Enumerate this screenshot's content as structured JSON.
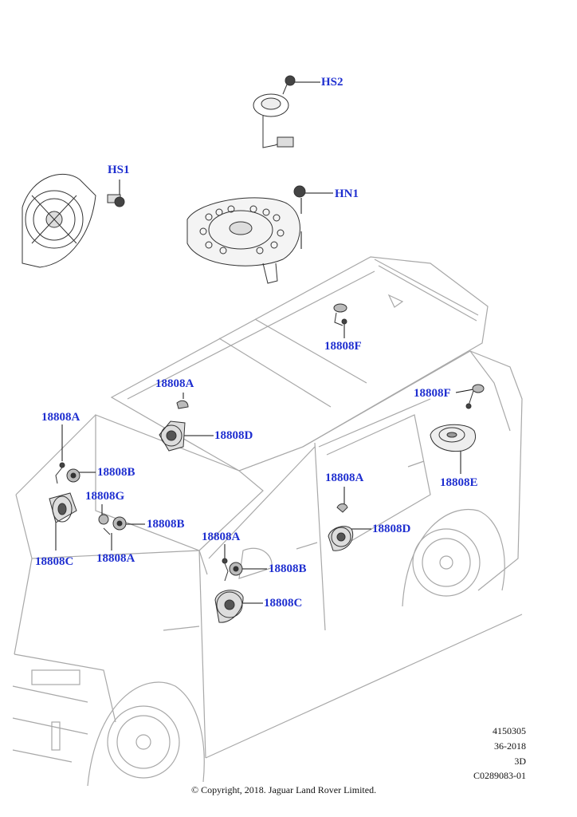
{
  "callouts": {
    "hs2": "HS2",
    "hs1": "HS1",
    "hn1": "HN1",
    "f_roof": "18808F",
    "f_rear": "18808F",
    "e_rear": "18808E",
    "a_dash_center": "18808A",
    "d_dash_center": "18808D",
    "a_left": "18808A",
    "b_left": "18808B",
    "c_left": "18808C",
    "g_left": "18808G",
    "b_left_lower": "18808B",
    "a_left_lower": "18808A",
    "a_front_door": "18808A",
    "b_front_door": "18808B",
    "c_front_door": "18808C",
    "a_rear_door": "18808A",
    "d_rear_door": "18808D"
  },
  "meta": {
    "line1": "4150305",
    "line2": "36-2018",
    "line3": "3D",
    "line4": "C0289083-01"
  },
  "copyright": "© Copyright, 2018. Jaguar Land Rover Limited.",
  "colors": {
    "callout": "#1f2fd0",
    "line": "#9a9a9a",
    "part": "#333333"
  }
}
